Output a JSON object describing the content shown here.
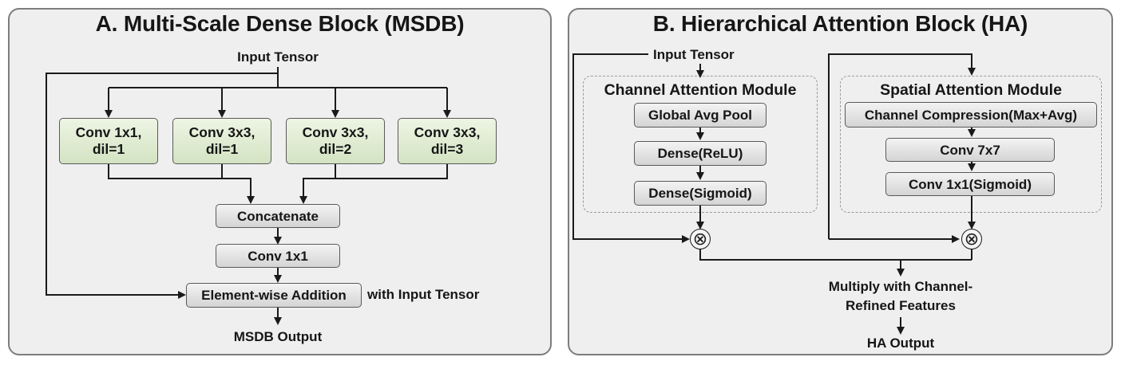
{
  "panel_a": {
    "title": "A. Multi-Scale Dense Block (MSDB)",
    "input_label": "Input Tensor",
    "branches": [
      {
        "line1": "Conv 1x1,",
        "line2": "dil=1"
      },
      {
        "line1": "Conv 3x3,",
        "line2": "dil=1"
      },
      {
        "line1": "Conv 3x3,",
        "line2": "dil=2"
      },
      {
        "line1": "Conv 3x3,",
        "line2": "dil=3"
      }
    ],
    "concat_label": "Concatenate",
    "conv_label": "Conv 1x1",
    "add_label": "Element-wise Addition",
    "add_note": "with Input Tensor",
    "output_label": "MSDB Output"
  },
  "panel_b": {
    "title": "B. Hierarchical Attention Block (HA)",
    "input_label": "Input Tensor",
    "channel_module": {
      "title": "Channel Attention Module",
      "steps": [
        "Global Avg Pool",
        "Dense(ReLU)",
        "Dense(Sigmoid)"
      ]
    },
    "spatial_module": {
      "title": "Spatial Attention Module",
      "steps": [
        "Channel Compression(Max+Avg)",
        "Conv 7x7",
        "Conv 1x1(Sigmoid)"
      ]
    },
    "multiply_symbol": "⊗",
    "multiply_note_line1": "Multiply with Channel-",
    "multiply_note_line2": "Refined Features",
    "output_label": "HA Output"
  }
}
